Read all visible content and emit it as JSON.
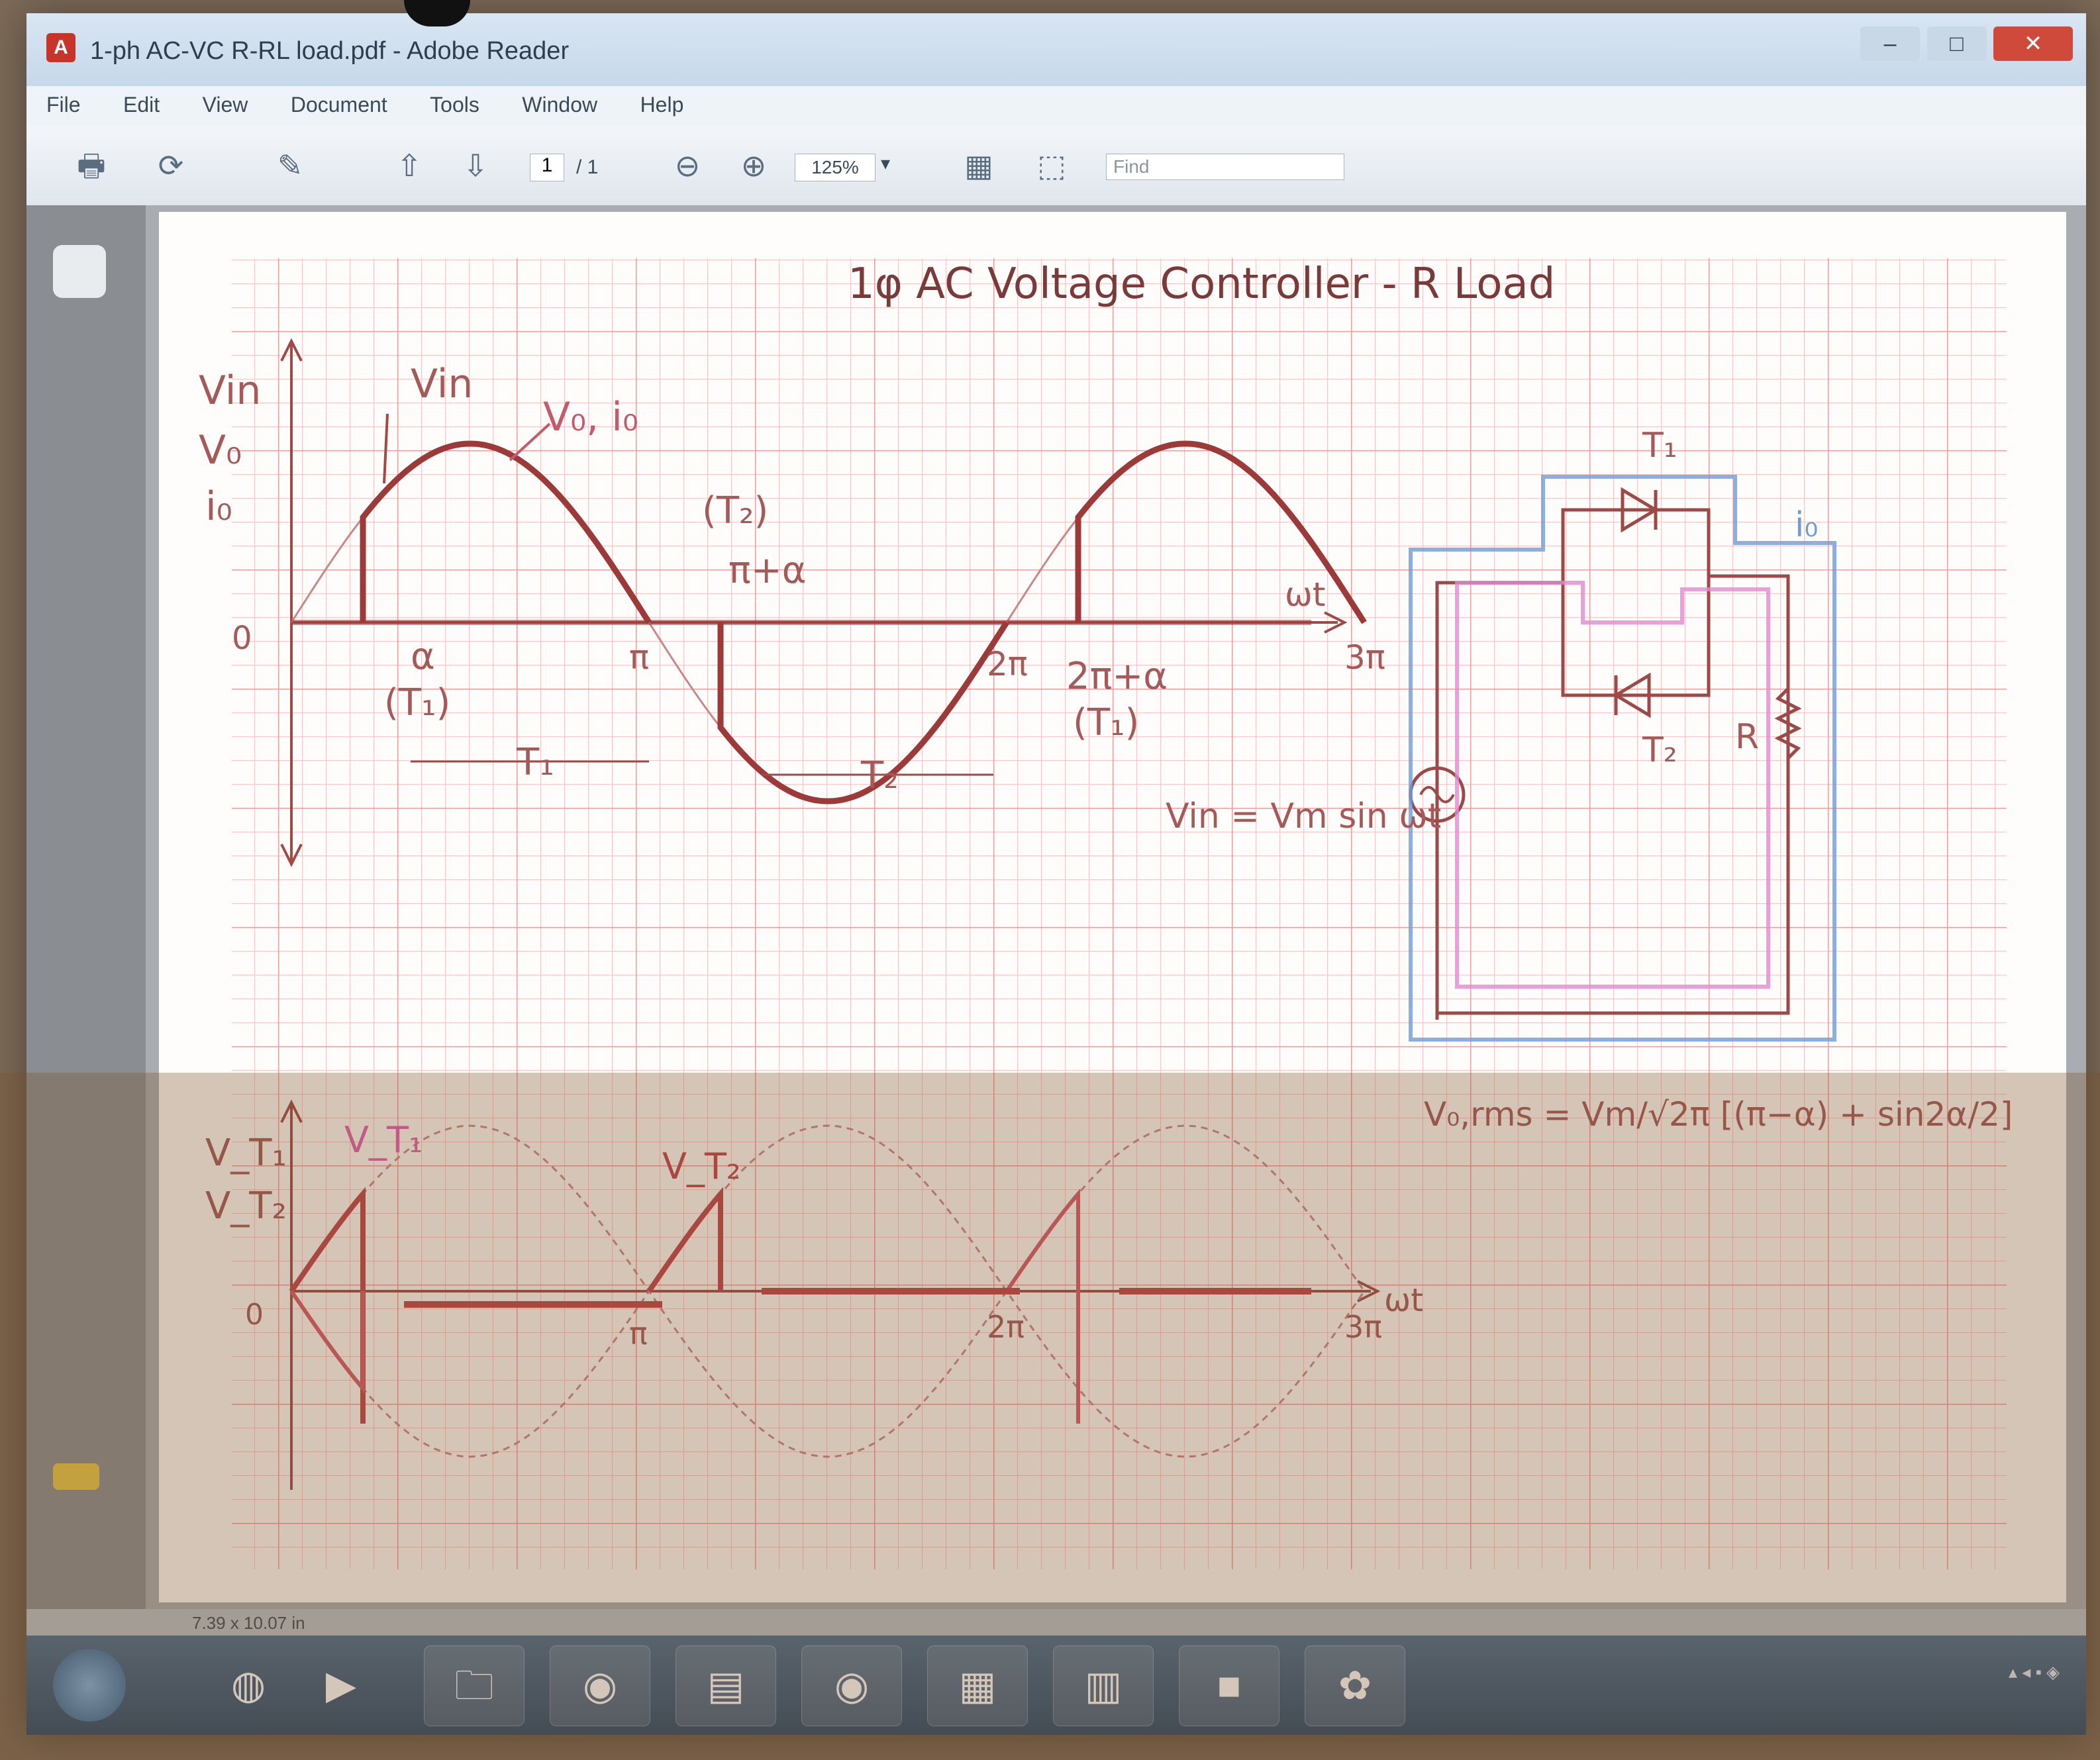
{
  "window": {
    "title": "1-ph AC-VC R-RL load.pdf - Adobe Reader",
    "controls": [
      "–",
      "□",
      "✕"
    ]
  },
  "menu": [
    "File",
    "Edit",
    "View",
    "Document",
    "Tools",
    "Window",
    "Help"
  ],
  "toolbar": {
    "page_current": "1",
    "page_total": "/ 1",
    "zoom": "125%",
    "find_placeholder": "Find"
  },
  "status": {
    "page_size": "7.39 x 10.07 in"
  },
  "taskbar": {
    "apps": [
      "folder",
      "chrome",
      "powerpoint",
      "chrome-2",
      "excel",
      "word-doc",
      "presentation",
      "paint"
    ]
  },
  "document": {
    "title": "1φ AC Voltage Controller - R Load",
    "top_plot": {
      "y_labels": [
        "Vin",
        "V₀",
        "i₀"
      ],
      "origin": "0",
      "x_axis": "ωt",
      "ticks": [
        "π",
        "2π",
        "3π"
      ],
      "annotations": {
        "vin": "Vin",
        "vo_io": "V₀, i₀",
        "alpha": "α",
        "t1_marker": "(T₁)",
        "t2_marker": "(T₂)",
        "pi_alpha": "π+α",
        "two_pi_alpha": "2π+α",
        "t1_repeat": "(T₁)",
        "t1_interval": "T₁",
        "t2_interval": "T₂"
      }
    },
    "circuit": {
      "t1": "T₁",
      "t2": "T₂",
      "load": "R",
      "current": "i₀",
      "source_eq": "Vin = Vm sin ωt"
    },
    "bottom_plot": {
      "y_labels": [
        "V_T₁",
        "V_T₂"
      ],
      "origin": "0",
      "x_axis": "ωt",
      "ticks": [
        "π",
        "2π",
        "3π"
      ],
      "vt1_label": "V_T₁",
      "vt2_label": "V_T₂"
    },
    "formula": "V₀,rms = Vm/√2π [(π−α) + sin2α/2]"
  },
  "colors": {
    "grid_minor": "#f6c9c9",
    "grid_major": "#ee9e9e",
    "ink": "#a04a48",
    "thick_trace": "#9c3a3a",
    "circuit_blue": "#6f9bd8",
    "circuit_pink": "#e28ad0"
  }
}
